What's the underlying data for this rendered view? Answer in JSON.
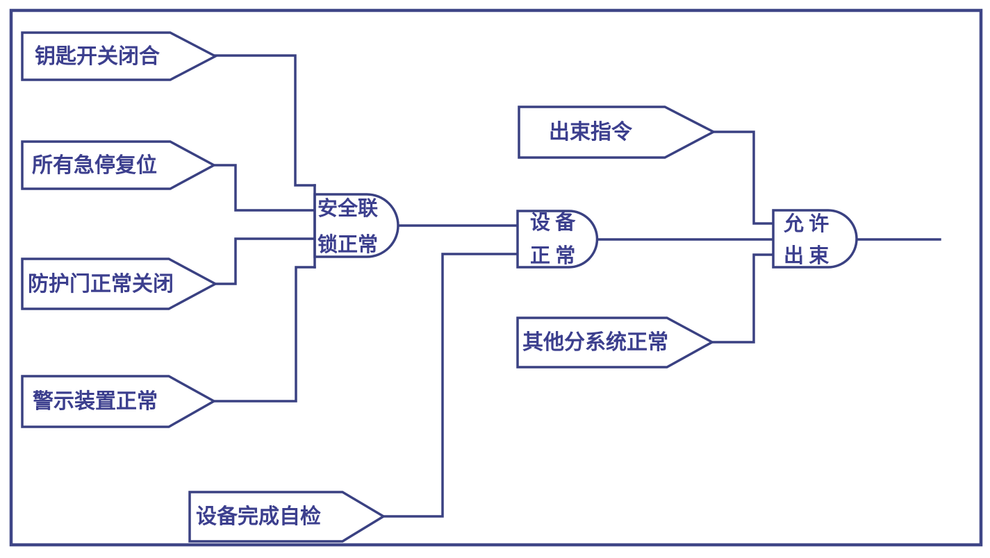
{
  "diagram": {
    "background_color": "#ffffff",
    "line_color": "#3a4182",
    "text_color": "#3c3f8e",
    "inputs": [
      {
        "label": "钥匙开关闭合"
      },
      {
        "label": "所有急停复位"
      },
      {
        "label": "防护门正常关闭"
      },
      {
        "label": "警示装置正常"
      },
      {
        "label": "设备完成自检"
      },
      {
        "label": "出束指令"
      },
      {
        "label": "其他分系统正常"
      }
    ],
    "gates": [
      {
        "type": "AND",
        "label_line1": "安全联",
        "label_line2": "锁正常"
      },
      {
        "type": "AND",
        "label_line1": "设 备",
        "label_line2": "正 常"
      },
      {
        "type": "AND",
        "label_line1": "允 许",
        "label_line2": "出 束"
      }
    ]
  }
}
